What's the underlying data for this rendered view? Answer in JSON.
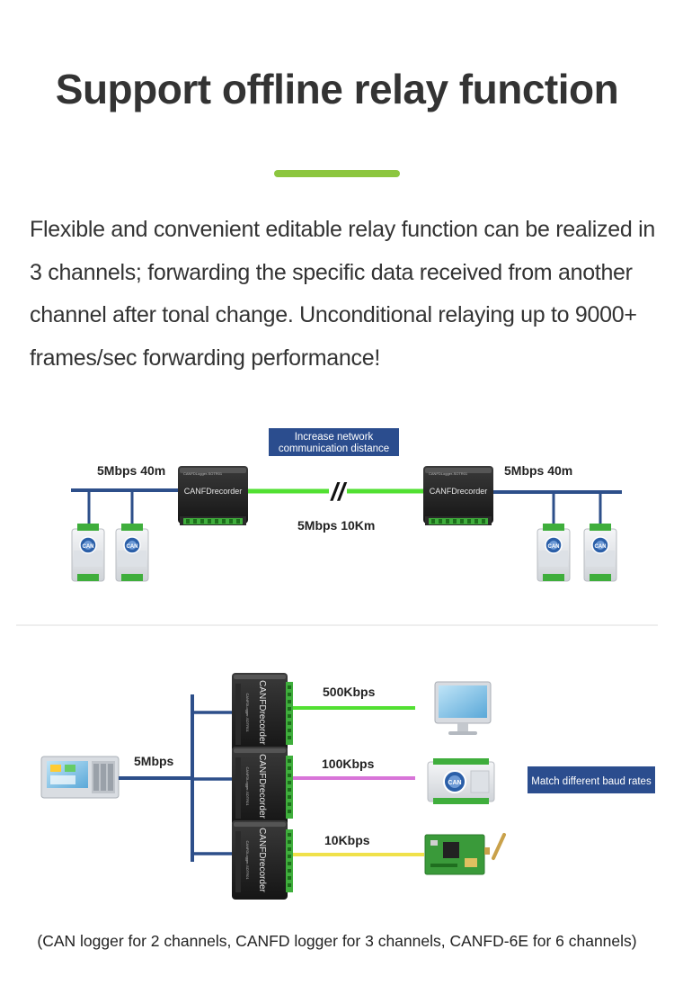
{
  "title": "Support offline relay function",
  "intro": "Flexible and convenient editable relay function can be realized in 3 channels; forwarding the specific data received from another channel after tonal change. Unconditional relaying up to 9000+ frames/sec forwarding performance!",
  "colors": {
    "accent": "#8cc63f",
    "bus_blue": "#2d4f8a",
    "link_green": "#52e032",
    "link_magenta": "#d874d8",
    "link_yellow": "#f0e14a",
    "callout_blue": "#2b4d8e"
  },
  "diagram_top": {
    "callout": [
      "Increase network",
      "communication distance"
    ],
    "left_speed": "5Mbps 40m",
    "right_speed": "5Mbps 40m",
    "middle_speed": "5Mbps 10Km",
    "break_mark": "//",
    "device_name": "CANFDrecorder",
    "device_tag": "CANFDLogger-SOTR01",
    "node_label": "CAN"
  },
  "diagram_bottom": {
    "source_speed": "5Mbps",
    "branches": [
      {
        "speed": "500Kbps",
        "target": "monitor-icon"
      },
      {
        "speed": "100Kbps",
        "target": "can-module-icon"
      },
      {
        "speed": "10Kbps",
        "target": "pcb-antenna-icon"
      }
    ],
    "callout": "Match different baud rates",
    "device_name": "CANFDrecorder",
    "device_tag": "CANFDLogger-SOTR01",
    "node_label": "CAN"
  },
  "footnote": "(CAN logger for 2 channels, CANFD logger for 3 channels, CANFD-6E for 6 channels)"
}
